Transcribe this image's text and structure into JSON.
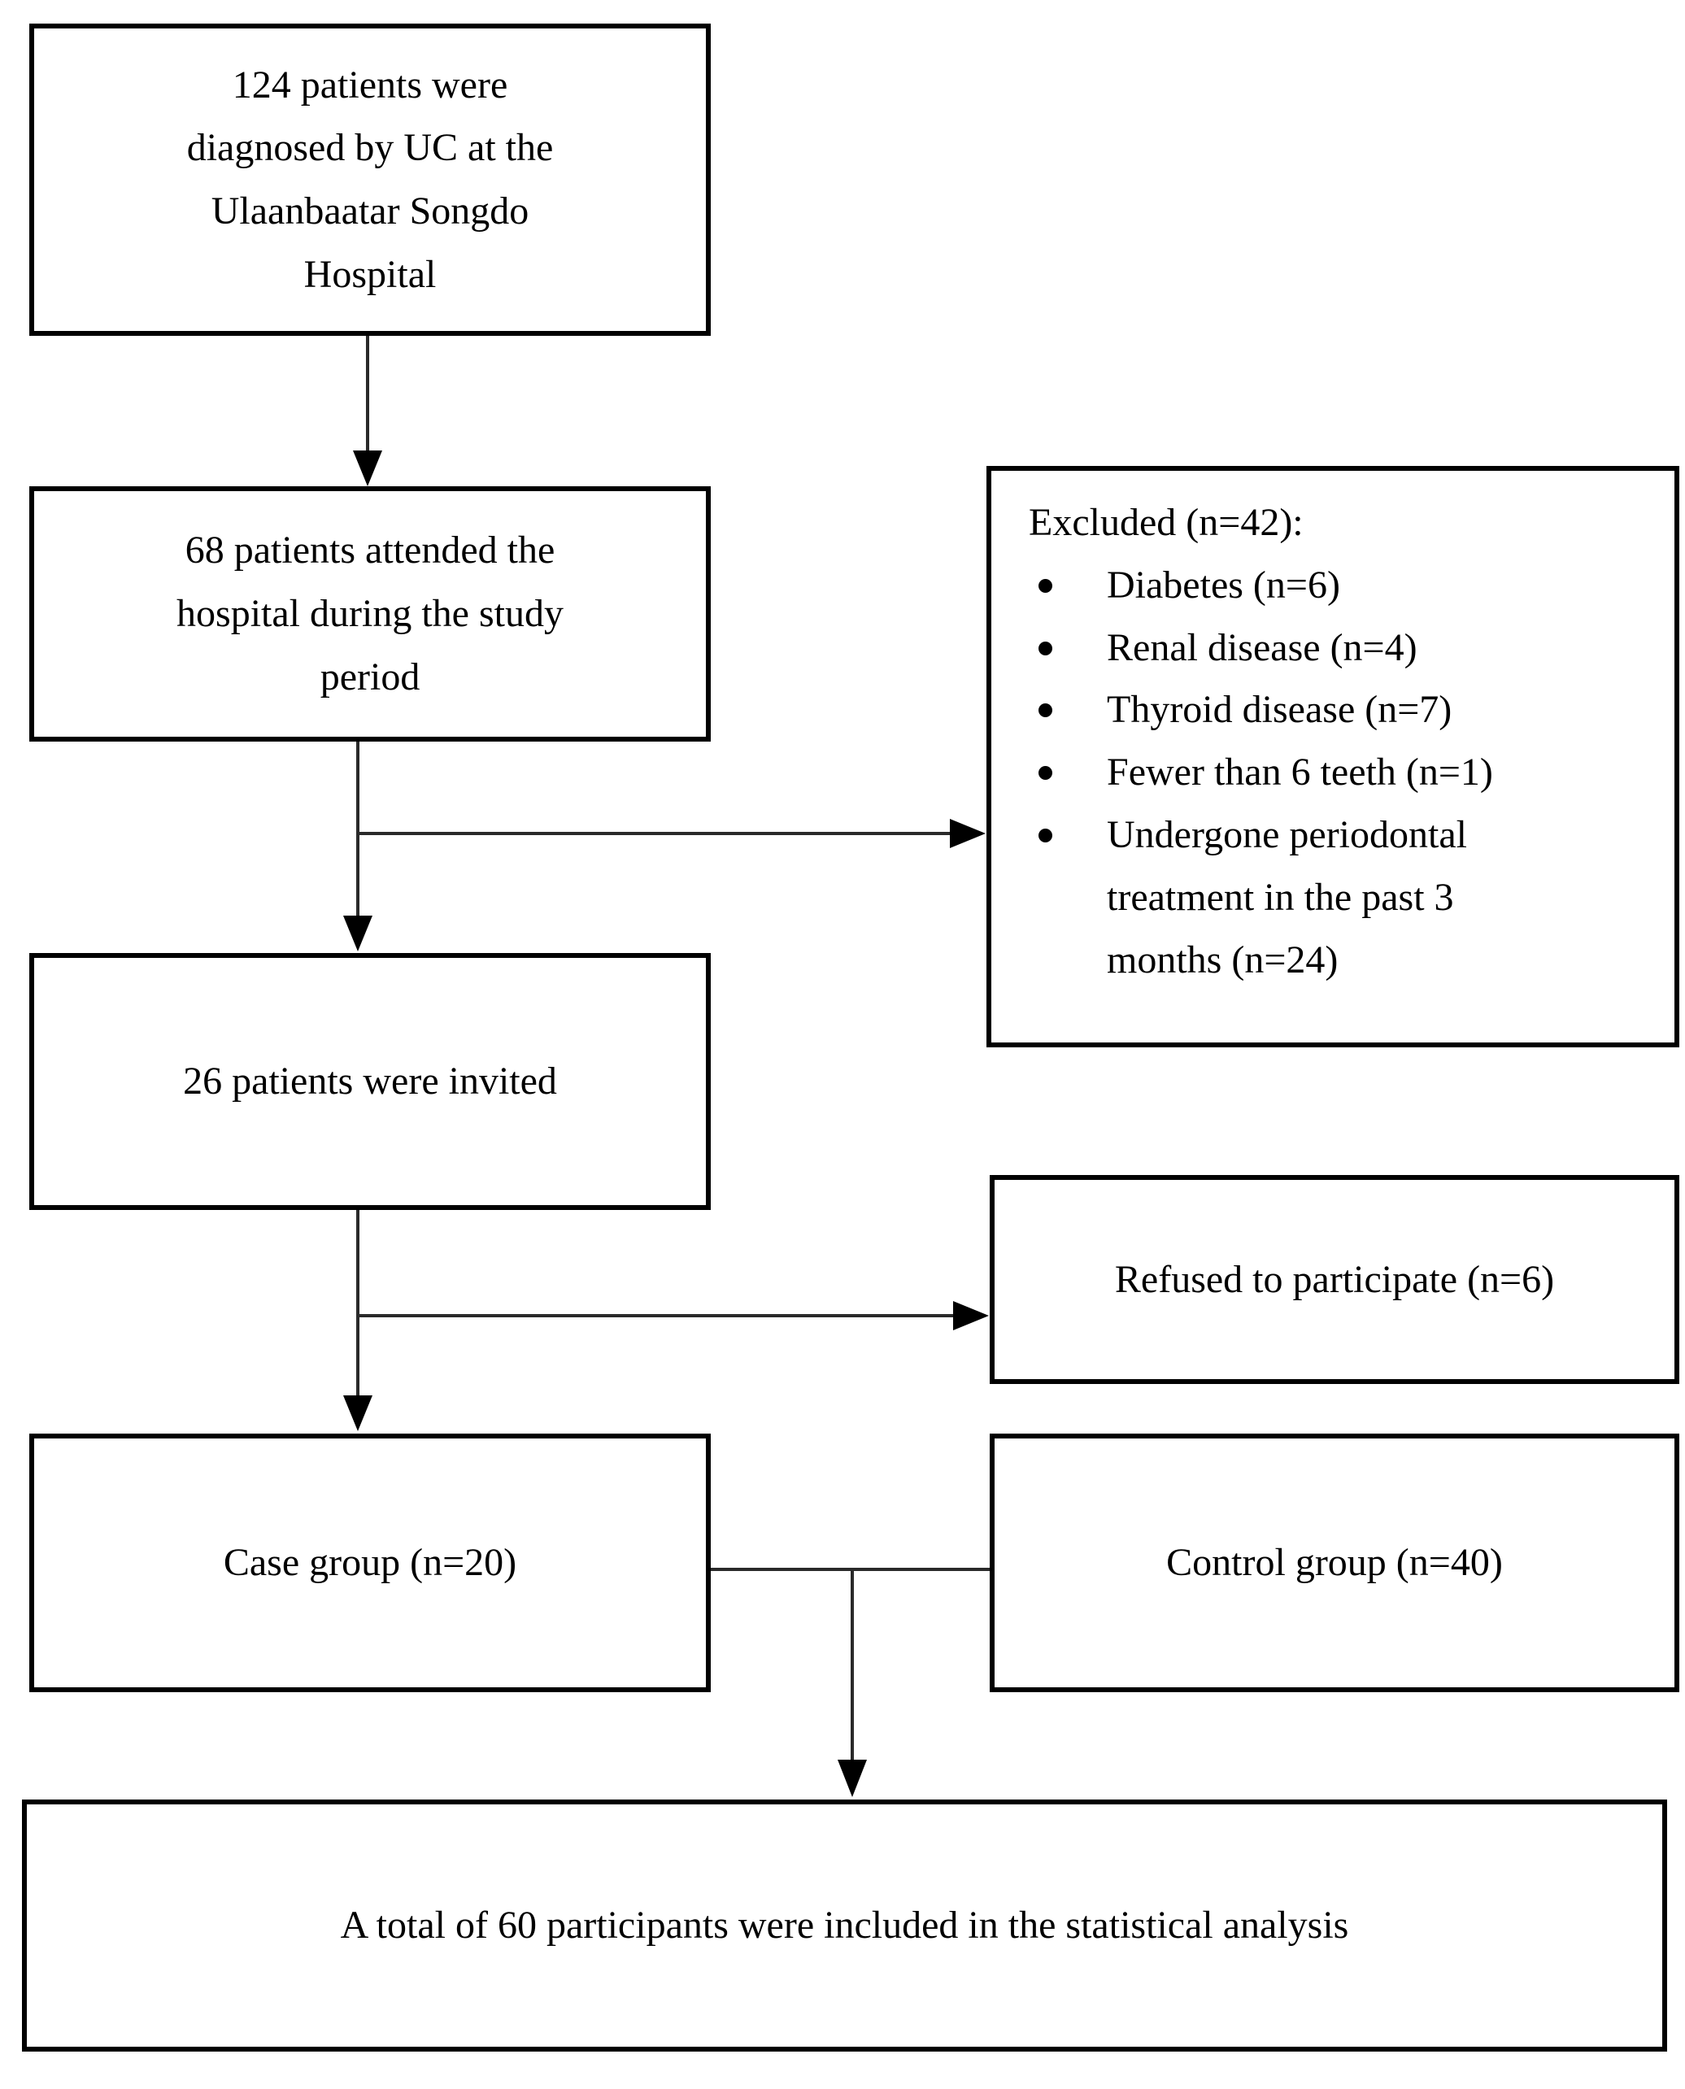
{
  "flowchart": {
    "boxes": {
      "diagnosed": {
        "text": "124 patients were\ndiagnosed by UC at the\nUlaanbaatar Songdo\nHospital"
      },
      "attended": {
        "text": "68 patients attended the\nhospital during the study\nperiod"
      },
      "excluded": {
        "title": "Excluded (n=42):",
        "items": [
          "Diabetes (n=6)",
          "Renal disease (n=4)",
          "Thyroid disease (n=7)",
          "Fewer than 6 teeth (n=1)",
          "Undergone periodontal\ntreatment in the past 3\nmonths (n=24)"
        ]
      },
      "invited": {
        "text": "26 patients were invited"
      },
      "refused": {
        "text": "Refused to participate (n=6)"
      },
      "case_group": {
        "text": "Case group (n=20)"
      },
      "control_group": {
        "text": "Control group (n=40)"
      },
      "total": {
        "text": "A total of 60 participants were included in the statistical analysis"
      }
    },
    "colors": {
      "border": "#000000",
      "background": "#ffffff",
      "text": "#000000"
    }
  }
}
